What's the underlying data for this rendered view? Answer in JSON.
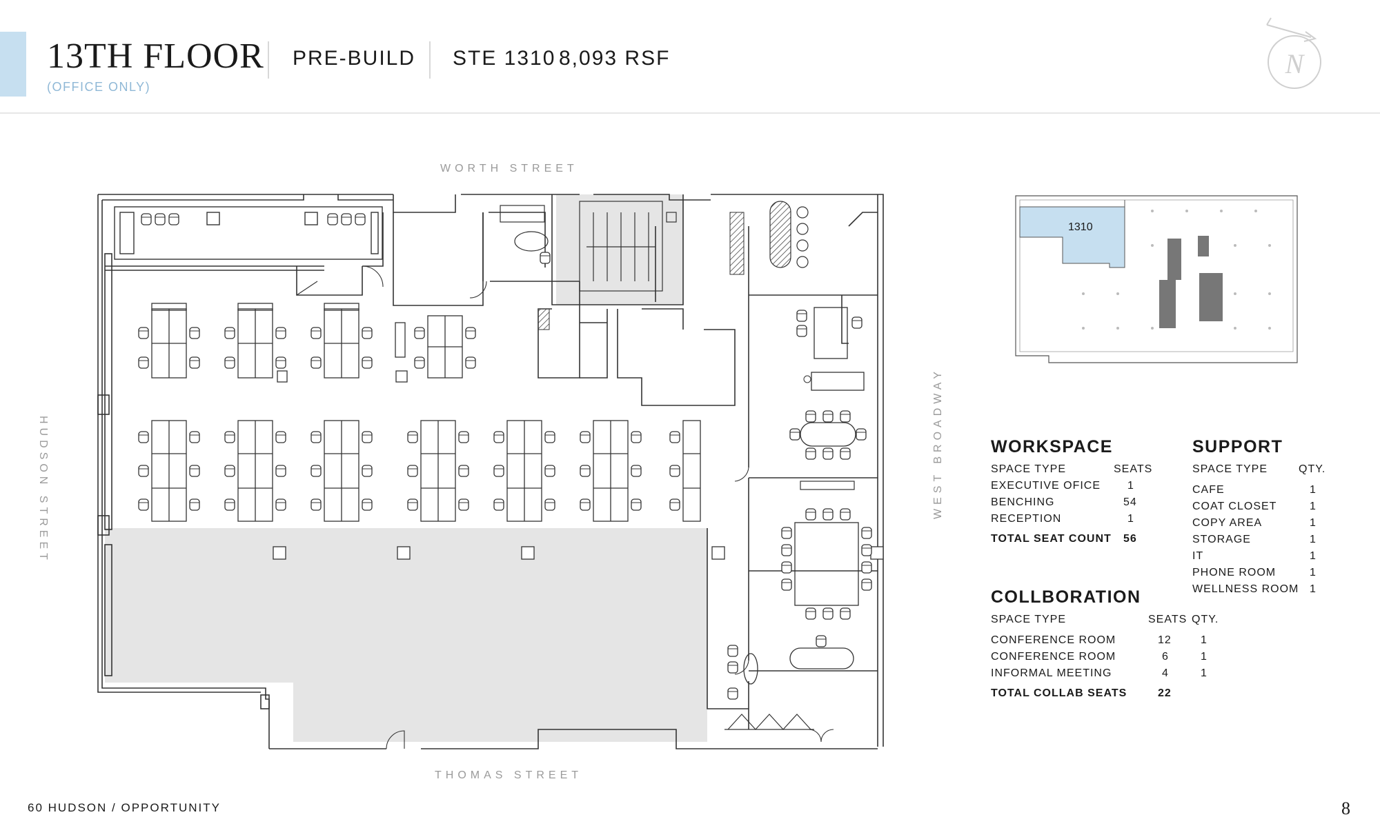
{
  "header": {
    "floor_title": "13TH FLOOR",
    "subtitle": "(OFFICE ONLY)",
    "phase": "PRE-BUILD",
    "suite": "STE 1310",
    "area": "8,093 RSF",
    "compass_letter": "N"
  },
  "streets": {
    "north": "WORTH STREET",
    "south": "THOMAS STREET",
    "west": "HUDSON STREET",
    "east": "WEST BROADWAY"
  },
  "keyplan": {
    "suite_label": "1310",
    "highlight_color": "#c6dff0"
  },
  "workspace": {
    "heading": "WORKSPACE",
    "col_type": "SPACE TYPE",
    "col_seats": "SEATS",
    "rows": [
      {
        "type": "EXECUTIVE OFICE",
        "seats": "1"
      },
      {
        "type": "BENCHING",
        "seats": "54"
      },
      {
        "type": "RECEPTION",
        "seats": "1"
      }
    ],
    "total_label": "TOTAL SEAT COUNT",
    "total_value": "56"
  },
  "support": {
    "heading": "SUPPORT",
    "col_type": "SPACE TYPE",
    "col_qty": "QTY.",
    "rows": [
      {
        "type": "CAFE",
        "qty": "1"
      },
      {
        "type": "COAT CLOSET",
        "qty": "1"
      },
      {
        "type": "COPY AREA",
        "qty": "1"
      },
      {
        "type": "STORAGE",
        "qty": "1"
      },
      {
        "type": "IT",
        "qty": "1"
      },
      {
        "type": "PHONE ROOM",
        "qty": "1"
      },
      {
        "type": "WELLNESS ROOM",
        "qty": "1"
      }
    ]
  },
  "collaboration": {
    "heading": "COLLBORATION",
    "col_type": "SPACE TYPE",
    "col_seats": "SEATS",
    "col_qty": "QTY.",
    "rows": [
      {
        "type": "CONFERENCE ROOM",
        "seats": "12",
        "qty": "1"
      },
      {
        "type": "CONFERENCE ROOM",
        "seats": "6",
        "qty": "1"
      },
      {
        "type": "INFORMAL MEETING",
        "seats": "4",
        "qty": "1"
      }
    ],
    "total_label": "TOTAL COLLAB SEATS",
    "total_value": "22"
  },
  "footer": {
    "left": "60 HUDSON / OPPORTUNITY",
    "page": "8"
  }
}
